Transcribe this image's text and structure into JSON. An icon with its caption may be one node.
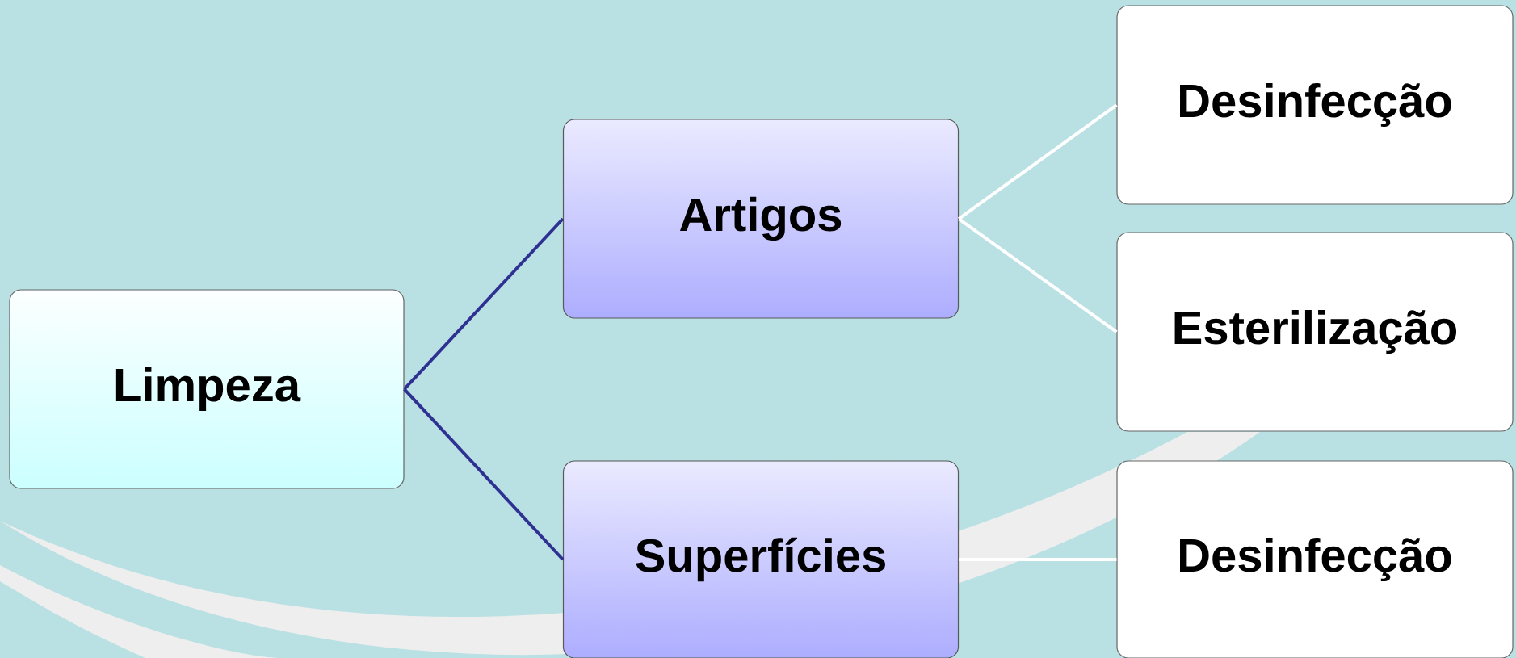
{
  "diagram": {
    "nodes": [
      {
        "text": [
          "Limpeza"
        ]
      },
      {
        "text": [
          "Artigos"
        ]
      },
      {
        "text": [
          "Superfícies"
        ]
      },
      {
        "text": [
          "Desinfecção"
        ]
      },
      {
        "text": [
          "Esterilização"
        ]
      },
      {
        "text": [
          "Desinfecção"
        ]
      }
    ],
    "edges": [
      {
        "from": 0,
        "to": 1,
        "arrow": "none",
        "color": "#2e3192"
      },
      {
        "from": 0,
        "to": 2,
        "arrow": "none",
        "color": "#2e3192"
      },
      {
        "from": 1,
        "to": 3,
        "arrow": "none"
      },
      {
        "from": 1,
        "to": 4,
        "arrow": "none"
      },
      {
        "from": 2,
        "to": 5,
        "arrow": "none"
      }
    ]
  }
}
